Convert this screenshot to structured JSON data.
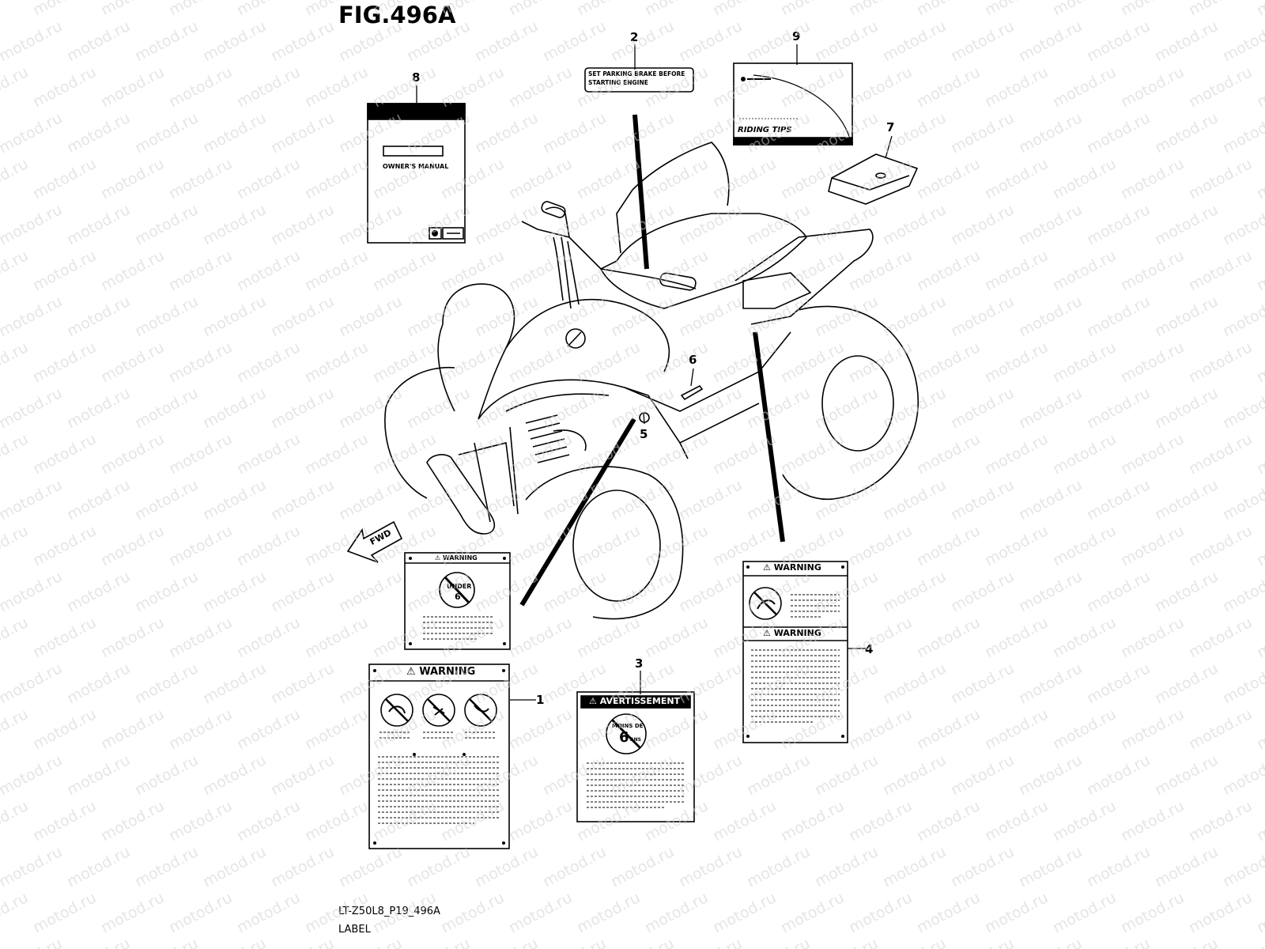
{
  "figure": {
    "title": "FIG.496A"
  },
  "callouts": [
    "1",
    "2",
    "3",
    "4",
    "5",
    "6",
    "7",
    "8",
    "9"
  ],
  "labels": {
    "parking_line1": "SET PARKING BRAKE BEFORE",
    "parking_line2": "STARTING ENGINE",
    "manual_title": "OWNER'S MANUAL",
    "riding_tips": "RIDING TIPS",
    "fwd": "FWD",
    "warning": "WARNING",
    "under": "UNDER",
    "under_num": "6",
    "avertissement": "AVERTISSEMENT",
    "moins_de": "MOINS DE",
    "six": "6",
    "ans": "ANS"
  },
  "footer": {
    "code": "LT-Z50L8_P19_496A",
    "caption": "LABEL"
  },
  "watermark": {
    "text": "motod.ru"
  }
}
